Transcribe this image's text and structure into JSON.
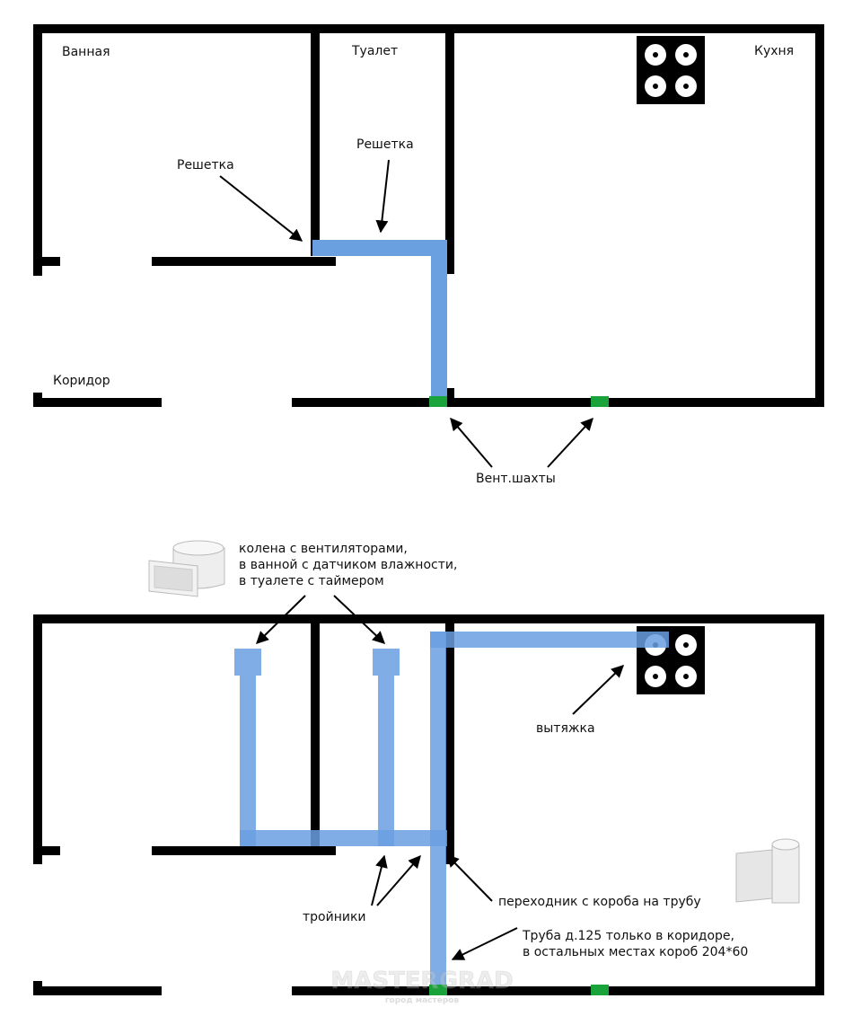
{
  "top_plan": {
    "rooms": {
      "bathroom": "Ванная",
      "toilet": "Туалет",
      "kitchen": "Кухня",
      "corridor": "Коридор"
    },
    "grille_bathroom": "Решетка",
    "grille_toilet": "Решетка",
    "vent_shafts": "Вент.шахты"
  },
  "bottom_plan": {
    "fan_elbows_line1": "колена с вентиляторами,",
    "fan_elbows_line2": "в ванной с датчиком влажности,",
    "fan_elbows_line3": "в туалете с таймером",
    "hood": "вытяжка",
    "tees": "тройники",
    "adapter": "переходник с короба на трубу",
    "pipe_line1": "Труба д.125 только в коридоре,",
    "pipe_line2": "в остальных местах короб 204*60"
  },
  "watermark": {
    "brand": "MASTERGRAD",
    "tagline": "город мастеров"
  },
  "colors": {
    "wall": "#000000",
    "duct": "#6a9fe0",
    "vent_shaft": "#1aa33a",
    "text": "#111111"
  }
}
